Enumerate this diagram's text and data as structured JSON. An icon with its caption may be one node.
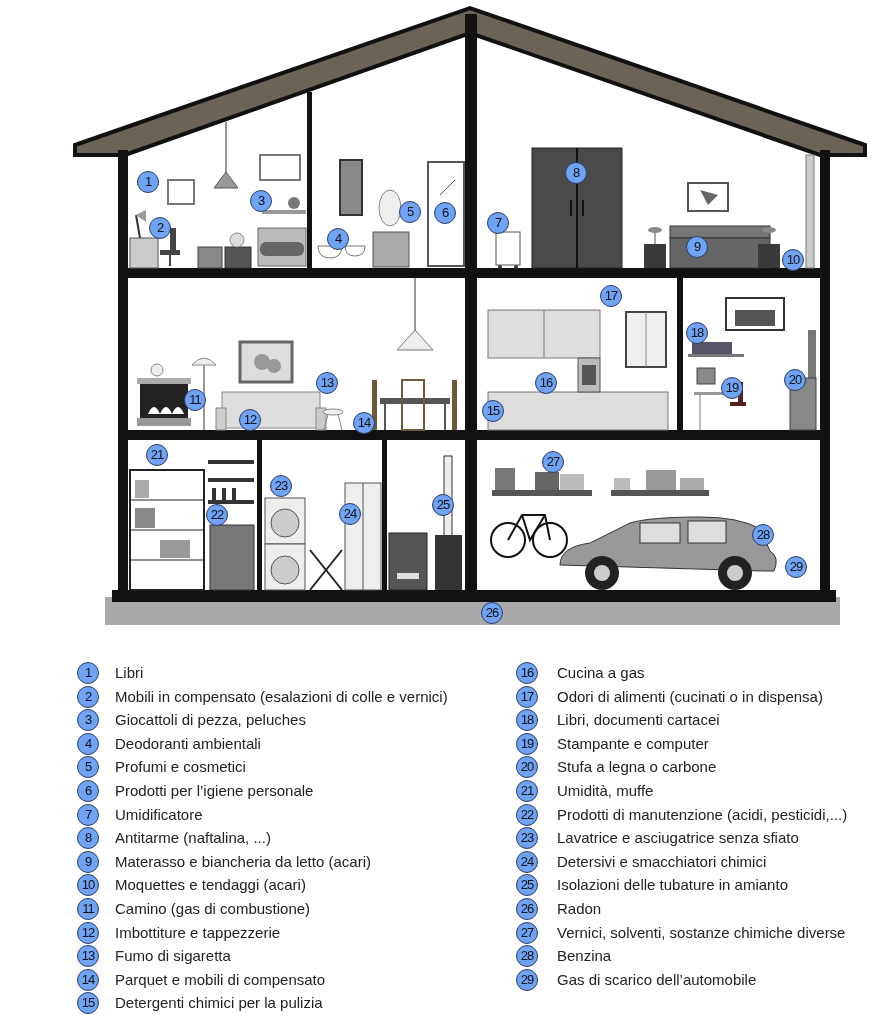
{
  "diagram": {
    "labels": [
      "1",
      "2",
      "3",
      "4",
      "5",
      "6",
      "7",
      "8",
      "9",
      "10",
      "11",
      "12",
      "13",
      "14",
      "15",
      "16",
      "17",
      "18",
      "19",
      "20",
      "21",
      "22",
      "23",
      "24",
      "25",
      "26",
      "27",
      "28",
      "29",
      "1",
      "2",
      "3",
      "4",
      "5",
      "6",
      "7",
      "8",
      "9",
      "10",
      "11",
      "12",
      "13",
      "14",
      "15",
      "16",
      "17",
      "18",
      "19",
      "20",
      "21",
      "22",
      "23",
      "24",
      "25",
      "26",
      "27",
      "28",
      "29"
    ],
    "legend": [
      {
        "text": "Libri"
      },
      {
        "text": "Mobili in compensato (esalazioni di colle e vernici)"
      },
      {
        "text": "Giocattoli di pezza, peluches"
      },
      {
        "text": "Deodoranti ambientali"
      },
      {
        "text": "Profumi e cosmetici"
      },
      {
        "text": "Prodotti per l’igiene personale"
      },
      {
        "text": "Umidificatore"
      },
      {
        "text": "Antitarme (naftalina, ...)"
      },
      {
        "text": "Materasso e biancheria da letto (acari)"
      },
      {
        "text": "Moquettes e tendaggi (acari)"
      },
      {
        "text": "Camino (gas di combustione)"
      },
      {
        "text": "Imbottiture e tappezzerie"
      },
      {
        "text": "Fumo di sigaretta"
      },
      {
        "text": "Parquet e mobili di compensato"
      },
      {
        "text": "Detergenti chimici per la pulizia"
      },
      {
        "text": "Cucina a gas"
      },
      {
        "text": "Odori di alimenti (cucinati o in dispensa)"
      },
      {
        "text": "Libri, documenti cartacei"
      },
      {
        "text": "Stampante e computer"
      },
      {
        "text": "Stufa a legna o carbone"
      },
      {
        "text": "Umidità, muffe"
      },
      {
        "text": "Prodotti di manutenzione (acidi, pesticidi,...)"
      },
      {
        "text": "Lavatrice e asciugatrice senza sfiato"
      },
      {
        "text": "Detersivi e smacchiatori chimici"
      },
      {
        "text": "Isolazioni delle tubature in amianto"
      },
      {
        "text": "Radon"
      },
      {
        "text": "Vernici, solventi, sostanze chimiche diverse"
      },
      {
        "text": "Benzina"
      },
      {
        "text": "Gas di scarico dell’automobile"
      }
    ]
  }
}
